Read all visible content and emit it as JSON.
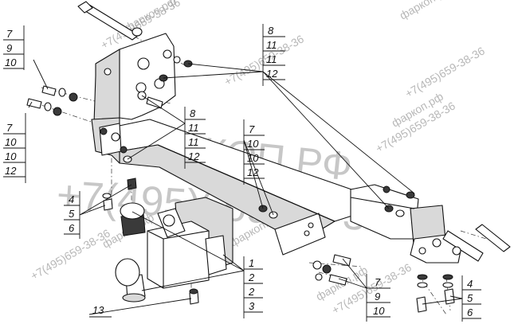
{
  "watermarks": {
    "main_site": "ФАРКОП.РФ",
    "main_phone": "+7(495)669-38-36",
    "diag_a_site": "фаркоп.рф",
    "diag_a_phone": "+7(495)659-38-36",
    "diag_b_site": "фаркоп.рф",
    "diag_b_phone": "+7(495)659-38-36",
    "diag_c_site": "фаркоп.рф",
    "diag_c_phone": "+7(495)659-38-36",
    "diag_d_site": "фаркоп.рф",
    "diag_d_phone": "+7(495)659-38-36",
    "diag_e_site": "фаркоп.рф",
    "diag_e_phone": "+7(495)659-38-36",
    "diag_f_phone": "+7(495)659-38-36",
    "diag_f_site": "фаркоп.рф"
  },
  "callouts": {
    "top_left": [
      "7",
      "9",
      "10"
    ],
    "top_right": [
      "8",
      "11",
      "11",
      "12"
    ],
    "left_mid": [
      "7",
      "10",
      "10",
      "12"
    ],
    "center_a": [
      "8",
      "11",
      "11",
      "12"
    ],
    "center_b": [
      "7",
      "10",
      "10",
      "12"
    ],
    "left_low": [
      "4",
      "5",
      "6"
    ],
    "center_low": [
      "1",
      "2",
      "2",
      "3"
    ],
    "right_low": [
      "7",
      "9",
      "10"
    ],
    "right_bottom": [
      "4",
      "5",
      "6"
    ],
    "bottom_left": [
      "13"
    ]
  }
}
